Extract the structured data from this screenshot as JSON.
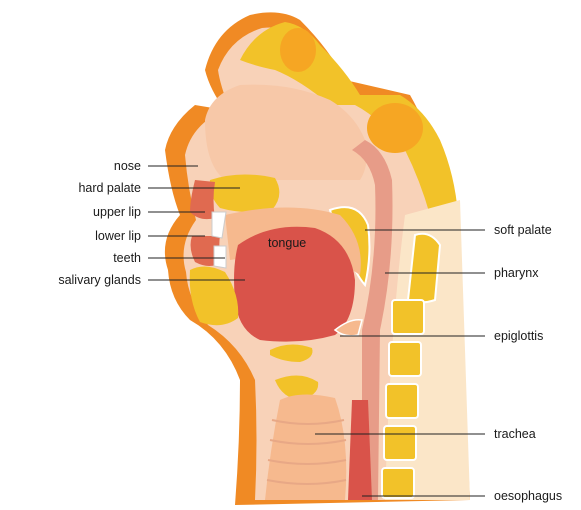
{
  "diagram": {
    "labels_left": {
      "nose": "nose",
      "hard_palate": "hard palate",
      "upper_lip": "upper lip",
      "lower_lip": "lower lip",
      "teeth": "teeth",
      "salivary_glands": "salivary glands"
    },
    "labels_right": {
      "soft_palate": "soft palate",
      "pharynx": "pharynx",
      "epiglottis": "epiglottis",
      "trachea": "trachea",
      "oesophagus": "oesophagus"
    },
    "label_inside": {
      "tongue": "tongue"
    },
    "colors": {
      "skin_orange": "#F08A24",
      "skin_light": "#F6B98E",
      "flesh": "#F8D2B8",
      "bone_yellow": "#F2C229",
      "tongue_red": "#D9534A",
      "pharynx_pink": "#E79C88",
      "spine_cream": "#FBE6C8"
    }
  }
}
